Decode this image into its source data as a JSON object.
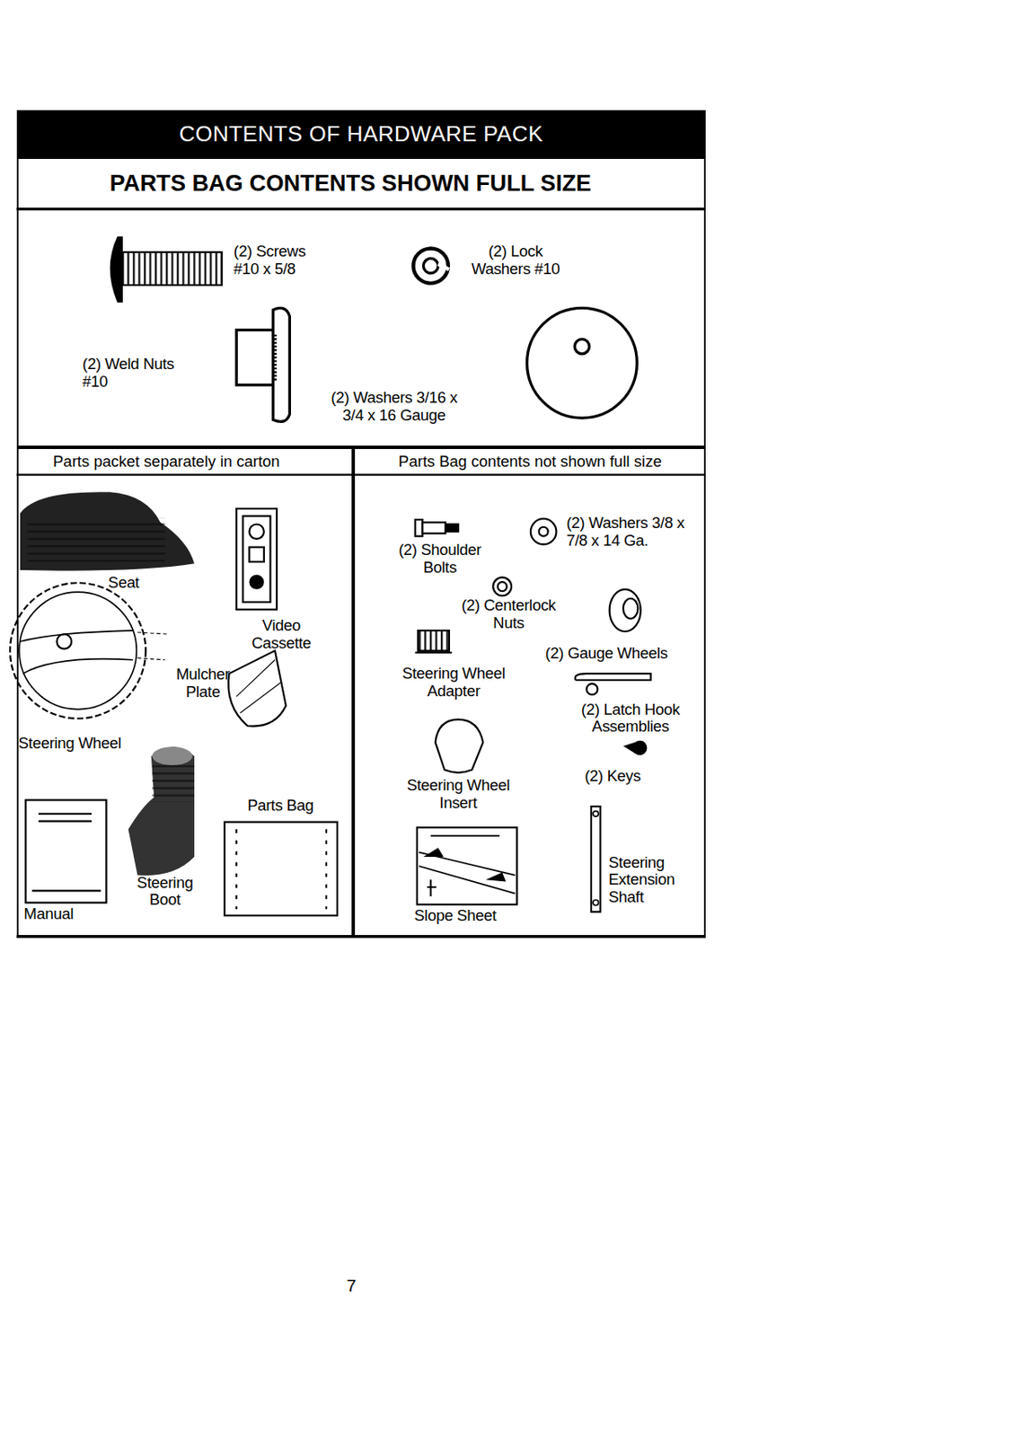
{
  "diagram": {
    "title": "CONTENTS OF HARDWARE PACK",
    "nodes": [
      {
        "text": [
          "PARTS BAG CONTENTS SHOWN FULL SIZE"
        ]
      },
      {
        "text": [
          "Parts packet separately in carton"
        ]
      },
      {
        "text": [
          "Parts Bag contents not shown full size"
        ]
      }
    ],
    "labels": [
      "(2) Screws #10 x 5/8",
      "(2) Lock Washers #10",
      "(2) Weld Nuts #10",
      "(2) Washers 3/16 x 3/4 x 16 Gauge",
      "Seat",
      "Video Cassette",
      "Mulcher Plate",
      "Steering Wheel",
      "Parts Bag",
      "Steering Boot",
      "Manual",
      "(2) Shoulder Bolts",
      "(2) Washers 3/8 x 7/8 x 14 Ga.",
      "(2) Centerlock Nuts",
      "(2) Gauge Wheels",
      "Steering Wheel Adapter",
      "(2) Latch Hook Assemblies",
      "(2) Keys",
      "Steering Wheel Insert",
      "Slope Sheet",
      "Steering Extension Shaft",
      "7"
    ]
  }
}
